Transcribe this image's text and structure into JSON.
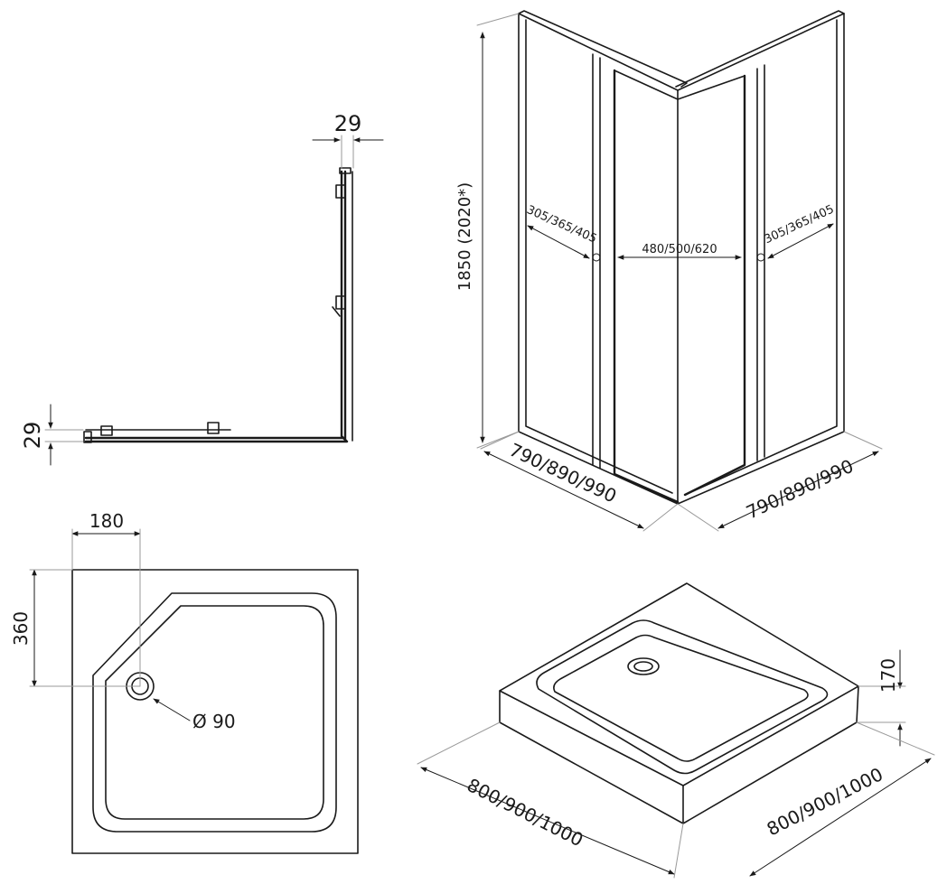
{
  "colors": {
    "stroke": "#1a1a1a",
    "dim_line": "#9a9a9a",
    "background": "#ffffff"
  },
  "top_view": {
    "dim_profile_top": "29",
    "dim_profile_left": "29"
  },
  "enclosure": {
    "dim_height": "1850 (2020*)",
    "dim_left_panel": "305/365/405",
    "dim_door": "480/500/620",
    "dim_right_panel": "305/365/405",
    "dim_base_left": "790/890/990",
    "dim_base_right": "790/890/990"
  },
  "tray_plan": {
    "dim_offset_x": "180",
    "dim_offset_y": "360",
    "dim_drain": "Ø 90"
  },
  "tray_iso": {
    "dim_height": "170",
    "dim_left": "800/900/1000",
    "dim_right": "800/900/1000"
  }
}
